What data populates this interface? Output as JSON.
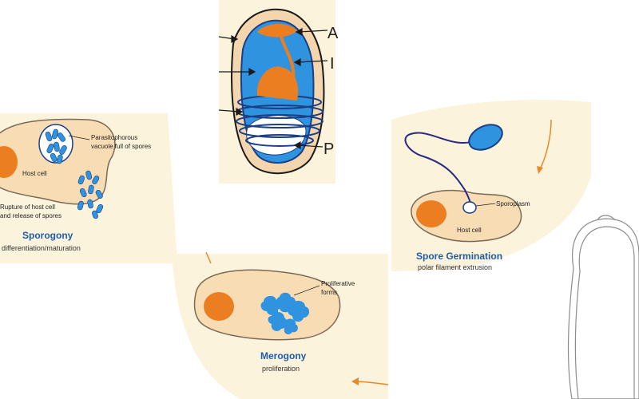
{
  "colors": {
    "panel": "#fbf3dc",
    "cell": "#f8dcb4",
    "cell_stroke": "#7a6a58",
    "nucleus": "#ec7e22",
    "spore_blue": "#2f93e0",
    "spore_dark": "#1a3f86",
    "title_blue": "#1f5ca8",
    "arrow_orange": "#e58a2c",
    "filament": "#2a2a86"
  },
  "spore_structure": {
    "labels": [
      "A",
      "I",
      "P"
    ]
  },
  "sporogony": {
    "title": "Sporogony",
    "subtitle": "differentiation/maturation",
    "label_vacuole_line1": "Parasitophorous",
    "label_vacuole_line2": "vacuole full of spores",
    "label_host": "Host cell",
    "label_rupture_line1": "Rupture of host cell",
    "label_rupture_line2": "and release of spores"
  },
  "germination": {
    "title": "Spore Germination",
    "subtitle": "polar filament extrusion",
    "label_sporoplasm": "Sporoplasm",
    "label_host": "Host cell"
  },
  "merogony": {
    "title": "Merogony",
    "subtitle": "proliferation",
    "label_forms_line1": "Proliferative",
    "label_forms_line2": "forms"
  }
}
